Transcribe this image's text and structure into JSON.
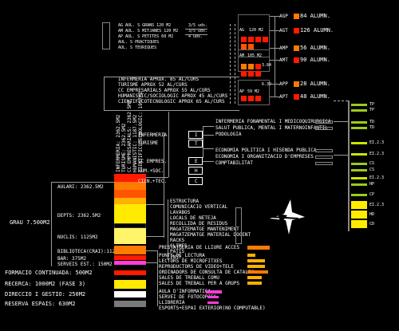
{
  "colors": {
    "red": "#ff1a00",
    "orange": "#ff7a00",
    "amber": "#ffb000",
    "yellow": "#ffea00",
    "lightyellow": "#fff46a",
    "green": "#9acd1a",
    "lime": "#c8e600",
    "magenta": "#ff3ddc",
    "grey": "#7a7a7a",
    "white": "#ffffff"
  },
  "left": {
    "grau": "GRAU 7.500M2",
    "aulari": "AULARI: 2362.5M2",
    "depts": "DEPTS: 2362.5M2",
    "nuclis": "NUCLIS: 1125M2",
    "biblioteca": "BIBLIOTECA(CRAI):1125M2",
    "bar": "BAR: 375M2",
    "serveis": "SERVEIS EST.: 150M2",
    "formacio": "FORMACIO CONTINUADA: 500M2",
    "recerca": "RECERCA: 1000M2 (FASE 3)",
    "direccio": "DIRECCIO I GESTIO: 250M2",
    "reserva": "RESERVA ESPAIS: 630M2"
  },
  "vertical_labels": {
    "col1": "INFERMERIA: 2362.5M2",
    "col2": "TURISME: 2362.5M2",
    "col3": "CC EMPRESARIALS: 2362.5M2",
    "col4": "HUMANISTIC: 1187.5M2",
    "col5": "CIENTIFICOTECNOLOGIC: 1957M2"
  },
  "top_left_list": [
    "AG  AUL. S GRANS 120 M2",
    "AM  AUL. S MITJANES 120 M2",
    "AP  AUL. S PETITES 60 M2",
    "     AUL. S PRACTIQUES",
    "     AUL. S TEORIQUES"
  ],
  "top_left_counts": [
    "3/5 uds.",
    "3/5 uds.",
    "4 uds."
  ],
  "courses": [
    "INFERMERIA APROX. 85 AL/CURS",
    "TURISME APROX 52 AL/CURS",
    "CC EMPRESARIALS APROX 55 AL/CURS",
    "HUMANISTIC/SOCIOLOGIC APROX 45 AL/CURS",
    "CIENTIFICOTECNOLOGIC APROX 65 AL/CURS"
  ],
  "aulas": [
    {
      "code": "AGP",
      "count": "84 ALUMN."
    },
    {
      "code": "AGT",
      "count": "126 ALUMN."
    },
    {
      "code": "AMP",
      "count": "56 ALUMN."
    },
    {
      "code": "AMT",
      "count": "90 ALUMN."
    },
    {
      "code": "APP",
      "count": "28 ALUMN."
    },
    {
      "code": "APT",
      "count": "48 ALUMN."
    }
  ],
  "aula_side": {
    "ag": "AG",
    "am": "AM",
    "ap": "AP",
    "ag_size": "120 M2",
    "am_size": "105 M2",
    "ap_size": "59 M2",
    "n1": "3.84",
    "n2": "6.39"
  },
  "departments": [
    {
      "code": "INFERMERIA",
      "letter": "I"
    },
    {
      "code": "TURISME",
      "letter": "T"
    },
    {
      "code": "CC EMPRES.",
      "letter": "E"
    },
    {
      "code": "HUM.+SOC.",
      "letter": "H"
    },
    {
      "code": "CIEN.+TEC.",
      "letter": "C"
    }
  ],
  "dept_topics": [
    "INFERMERIA FONAMENTAL I MEDICOQUIRURGICA",
    "SALUT PUBLICA, MENTAL I MATERNOINFANTIL",
    "PODOLOGIA",
    "ECONOMIA POLITICA I HISENDA PUBLICA",
    "ECONOMIA I ORGANITZACIO D'EMPRESES",
    "COMPTABILITAT"
  ],
  "nuclis_list": [
    "ESTRUCTURA",
    "COMUNICACIO VERTICAL",
    "LAVABOS",
    "LOCALS DE NETEJA",
    "RECOLLIDA DE RESIDUS",
    "MAGATZEMATGE MANTENIMENT",
    "MAGATZEMATGE MATERIAL DOCENT",
    "RACKS",
    "CLIMES",
    "PATIS",
    "INST."
  ],
  "biblioteca_list": [
    "PRESTATGERIA DE LLIURE ACCES",
    "PUNTS DE LECTURA",
    "LECTORS DE MICROFITXES",
    "REPRODUCTORS DE VIDEO+TELE",
    "ORDINADORS DE CONSULTA DE CATALEG",
    "SALES DE TREBALL COMU",
    "SALES DE TREBALL PER A GRUPS"
  ],
  "serveis_list": [
    "AULA D'INFORMATICA",
    "SERVEI DE FOTOCOPIES",
    "LLIBRERIA",
    "ESPORTS+ESPAI EXTERIOR(NO COMPUTABLE)"
  ],
  "right_codes": [
    "TP",
    "TP",
    "TD",
    "TD",
    "EI.2.3",
    "EI.2.3",
    "CS",
    "CS",
    "EI.2.3",
    "HP",
    "CP",
    "EI.2.3",
    "HD",
    "CD"
  ]
}
